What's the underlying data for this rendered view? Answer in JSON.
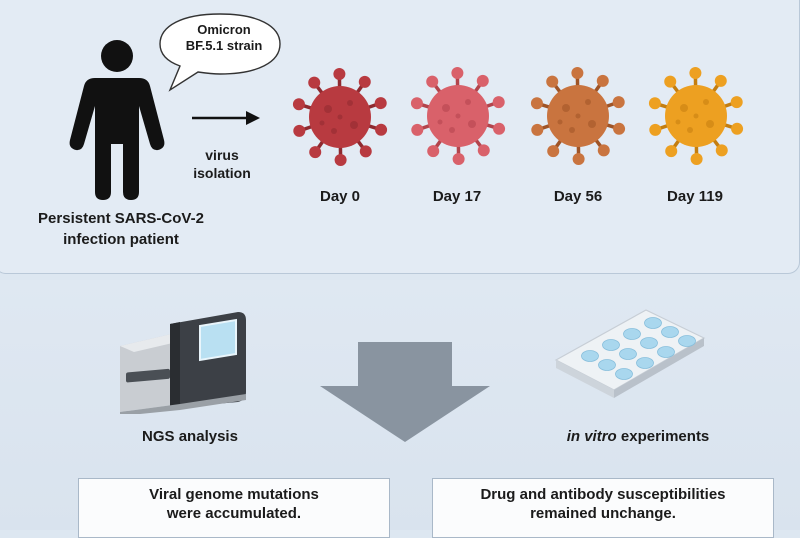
{
  "speech_bubble": {
    "line1": "Omicron",
    "line2": "BF.5.1 strain"
  },
  "patient": {
    "line1": "Persistent SARS-CoV-2",
    "line2": "infection patient"
  },
  "isolation": {
    "line1": "virus",
    "line2": "isolation"
  },
  "timepoints": [
    {
      "label": "Day 0",
      "color": "#b83a40",
      "dark": "#8f2a30"
    },
    {
      "label": "Day 17",
      "color": "#d9616a",
      "dark": "#b3444c"
    },
    {
      "label": "Day 56",
      "color": "#c9743f",
      "dark": "#9f5427"
    },
    {
      "label": "Day 119",
      "color": "#eda021",
      "dark": "#c47e10"
    }
  ],
  "methods": {
    "ngs": "NGS analysis",
    "invitro_italic": "in vitro",
    "invitro_rest": " experiments"
  },
  "results": {
    "left_line1": "Viral genome mutations",
    "left_line2": "were accumulated.",
    "right_line1": "Drug and antibody susceptibilities",
    "right_line2": "remained unchange."
  }
}
